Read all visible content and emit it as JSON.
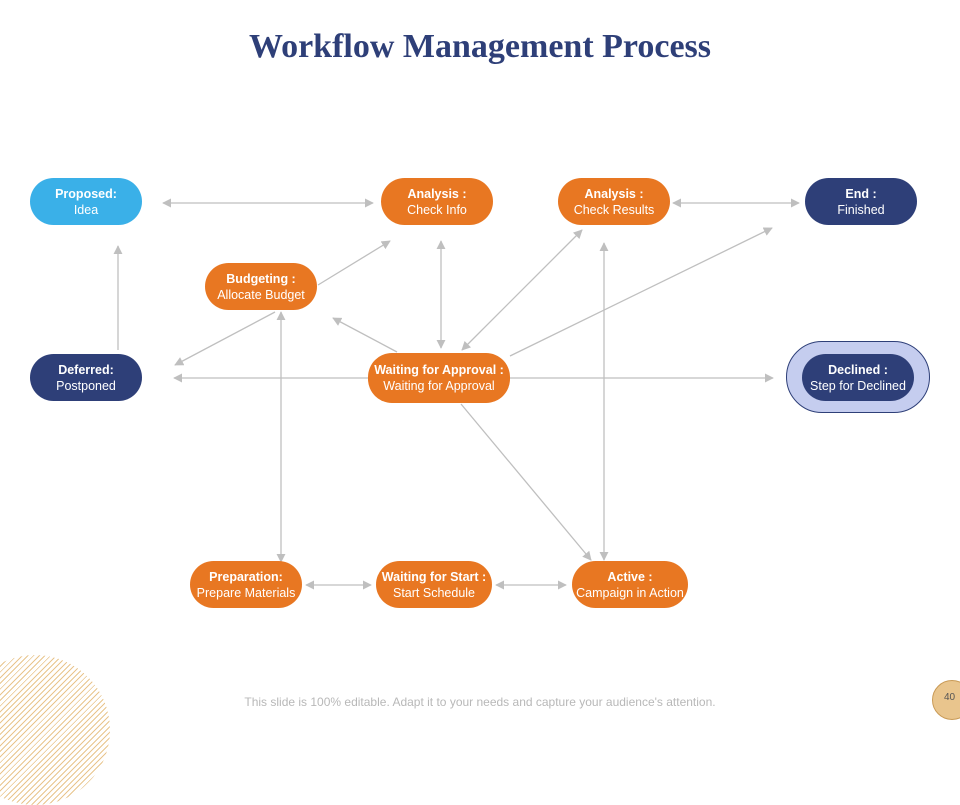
{
  "title": "Workflow Management Process",
  "footer": "This slide is 100% editable. Adapt it to your needs and capture your audience's attention.",
  "page_number": "40",
  "nodes": {
    "proposed": {
      "label": "Proposed:",
      "sub": "Idea"
    },
    "analysis_info": {
      "label": "Analysis :",
      "sub": "Check Info"
    },
    "analysis_results": {
      "label": "Analysis :",
      "sub": "Check Results"
    },
    "end": {
      "label": "End :",
      "sub": "Finished"
    },
    "budgeting": {
      "label": "Budgeting :",
      "sub": "Allocate Budget"
    },
    "deferred": {
      "label": "Deferred:",
      "sub": "Postponed"
    },
    "waiting_approval": {
      "label": "Waiting for Approval :",
      "sub": "Waiting for Approval"
    },
    "declined": {
      "label": "Declined :",
      "sub": "Step for Declined"
    },
    "preparation": {
      "label": "Preparation:",
      "sub": "Prepare Materials"
    },
    "waiting_start": {
      "label": "Waiting for Start :",
      "sub": "Start Schedule"
    },
    "active": {
      "label": "Active :",
      "sub": "Campaign in Action"
    }
  },
  "colors": {
    "title": "#2e3f78",
    "orange": "#e87722",
    "light_blue": "#3ab0e8",
    "navy": "#2e3f78",
    "connector": "#bfbfbf"
  }
}
